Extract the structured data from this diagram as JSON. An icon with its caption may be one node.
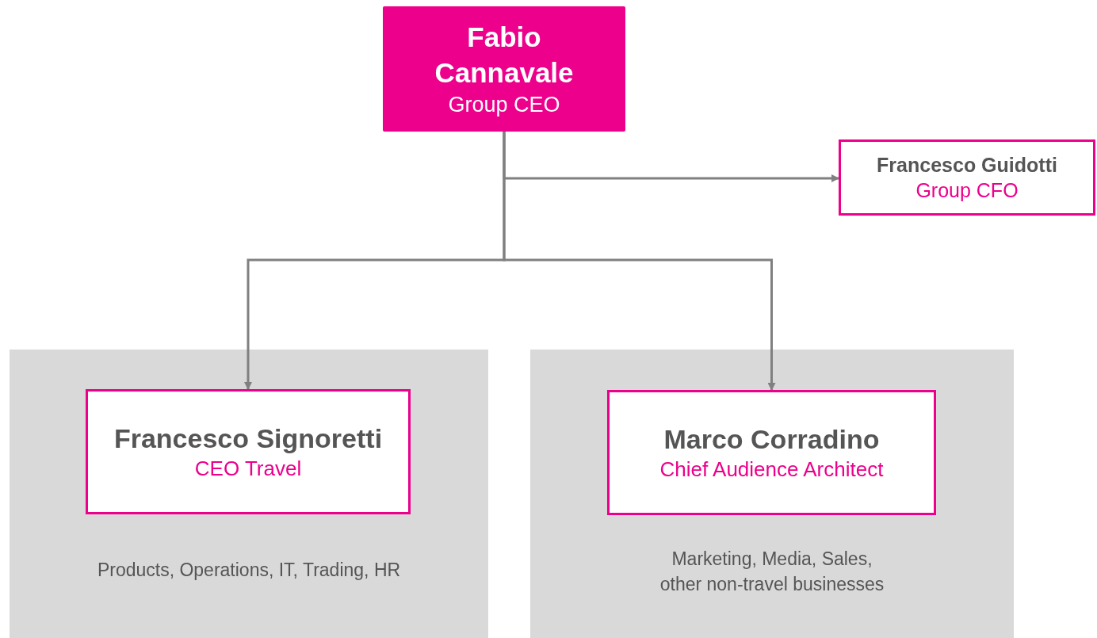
{
  "diagram": {
    "nodes": [
      {
        "text": [
          "Fabio Cannavale",
          "Group CEO"
        ]
      },
      {
        "text": [
          "Francesco Guidotti",
          "Group CFO"
        ]
      },
      {
        "text": [
          "Products, Operations, IT, Trading, HR"
        ]
      },
      {
        "text": [
          "Francesco Signoretti",
          "CEO Travel"
        ],
        "in": 2
      },
      {
        "text": [
          "Marketing, Media, Sales, other non-travel businesses"
        ]
      },
      {
        "text": [
          "Marco Corradino",
          "Chief Audience Architect"
        ],
        "in": 4
      }
    ],
    "edges": [
      {
        "from": 0,
        "to": 1,
        "arrow": "to"
      },
      {
        "from": 0,
        "to": 3,
        "arrow": "to"
      },
      {
        "from": 0,
        "to": 5,
        "arrow": "to"
      }
    ]
  }
}
